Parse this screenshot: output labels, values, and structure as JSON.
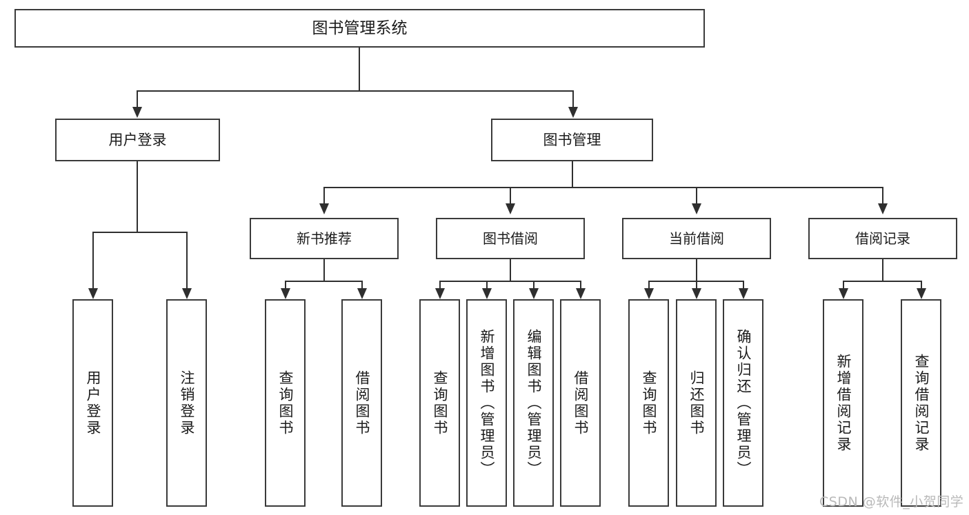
{
  "diagram": {
    "type": "tree",
    "title": "图书管理系统",
    "watermark": "CSDN @软件_小贺同学",
    "colors": {
      "box_border": "#3a3a3a",
      "connector": "#2f2f2f",
      "background": "#ffffff",
      "text": "#1b1b1b",
      "watermark": "#b9b9b9"
    },
    "root": {
      "label": "图书管理系统"
    },
    "level1": [
      {
        "label": "用户登录"
      },
      {
        "label": "图书管理"
      }
    ],
    "level2": [
      {
        "label": "新书推荐",
        "parent": "图书管理"
      },
      {
        "label": "图书借阅",
        "parent": "图书管理"
      },
      {
        "label": "当前借阅",
        "parent": "图书管理"
      },
      {
        "label": "借阅记录",
        "parent": "图书管理"
      }
    ],
    "leaves": {
      "user_login": [
        {
          "label": "用户登录"
        },
        {
          "label": "注销登录"
        }
      ],
      "new_book_recommend": [
        {
          "label": "查询图书"
        },
        {
          "label": "借阅图书"
        }
      ],
      "book_borrow": [
        {
          "label": "查询图书"
        },
        {
          "label": "新增图书（管理员）"
        },
        {
          "label": "编辑图书（管理员）"
        },
        {
          "label": "借阅图书"
        }
      ],
      "current_borrow": [
        {
          "label": "查询图书"
        },
        {
          "label": "归还图书"
        },
        {
          "label": "确认归还（管理员）"
        }
      ],
      "borrow_record": [
        {
          "label": "新增借阅记录"
        },
        {
          "label": "查询借阅记录"
        }
      ]
    }
  }
}
